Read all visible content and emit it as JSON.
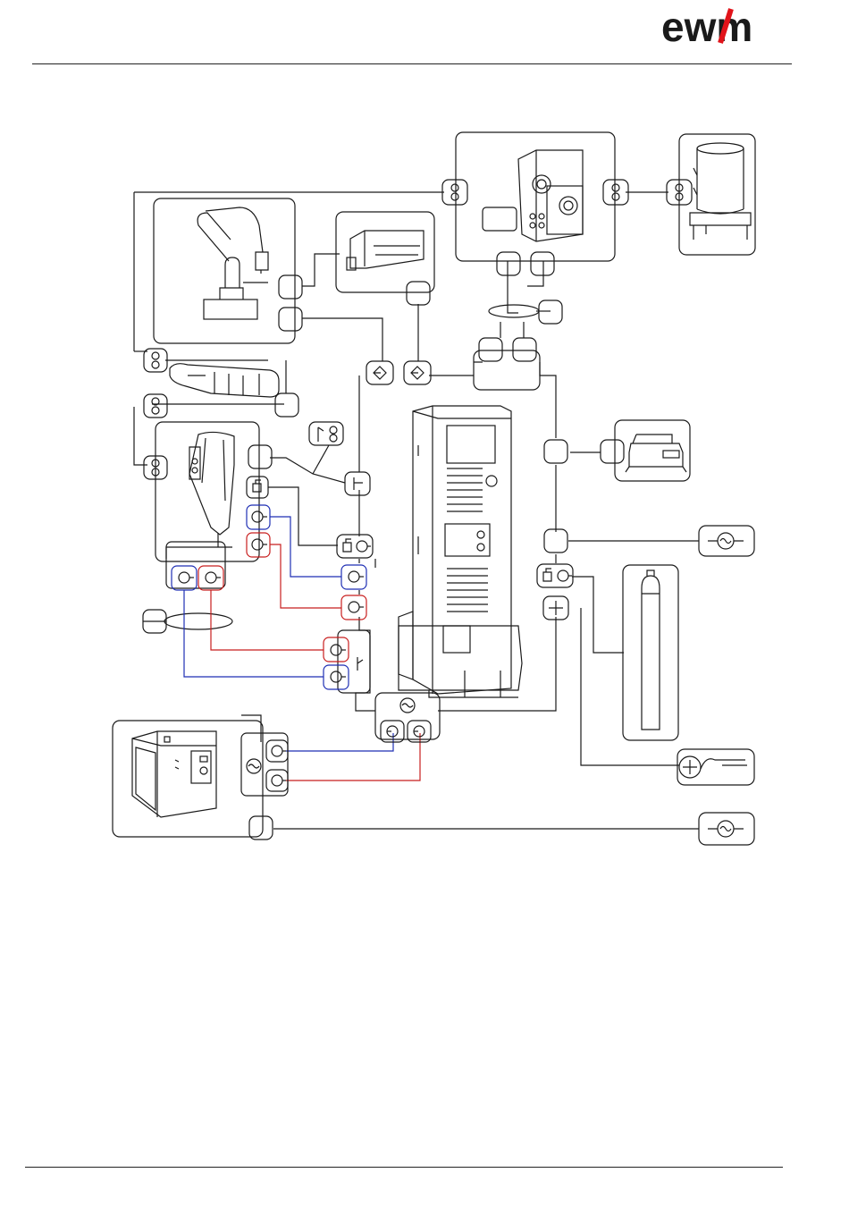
{
  "brand": {
    "logo_text": "ewm",
    "accent_color": "#e1131a",
    "text_color": "#1a1a1a"
  },
  "diagram": {
    "line_color": "#1a1a1a",
    "hose_blue": "#1f2fb4",
    "hose_red": "#c81e1e",
    "components": [
      {
        "name": "robot",
        "icon": "robot-arm-icon"
      },
      {
        "name": "robot-interface",
        "icon": "interface-box-icon"
      },
      {
        "name": "wire-feeder",
        "icon": "wire-feeder-icon"
      },
      {
        "name": "wire-drum",
        "icon": "wire-drum-icon"
      },
      {
        "name": "hose-package",
        "icon": "hose-package-icon"
      },
      {
        "name": "welding-torch",
        "icon": "welding-torch-icon"
      },
      {
        "name": "power-source",
        "icon": "welding-power-source-icon"
      },
      {
        "name": "transformer",
        "icon": "transformer-icon"
      },
      {
        "name": "gas-cylinder",
        "icon": "gas-cylinder-icon"
      },
      {
        "name": "cooling-unit",
        "icon": "cooling-unit-icon"
      },
      {
        "name": "mains-supply",
        "icon": "mains-plug-icon"
      },
      {
        "name": "workpiece-lead",
        "icon": "workpiece-clamp-icon"
      }
    ]
  }
}
